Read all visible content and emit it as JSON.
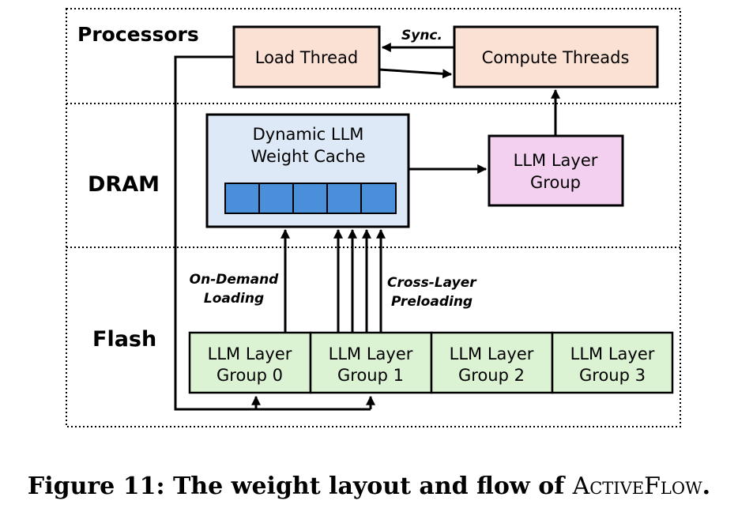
{
  "regions": {
    "processors": "Processors",
    "dram": "DRAM",
    "flash": "Flash"
  },
  "boxes": {
    "load_thread": "Load Thread",
    "compute_threads": "Compute Threads",
    "cache_line1": "Dynamic LLM",
    "cache_line2": "Weight Cache",
    "layer_group_line1": "LLM Layer",
    "layer_group_line2": "Group"
  },
  "flash_groups": [
    {
      "line1": "LLM Layer",
      "line2": "Group 0"
    },
    {
      "line1": "LLM Layer",
      "line2": "Group 1"
    },
    {
      "line1": "LLM Layer",
      "line2": "Group 2"
    },
    {
      "line1": "LLM Layer",
      "line2": "Group 3"
    }
  ],
  "annotations": {
    "sync": "Sync.",
    "on_demand_line1": "On-Demand",
    "on_demand_line2": "Loading",
    "cross_layer_line1": "Cross-Layer",
    "cross_layer_line2": "Preloading"
  },
  "caption": {
    "prefix": "Figure 11: The weight layout and flow of ",
    "name": "ActiveFlow",
    "suffix": "."
  },
  "colors": {
    "thread_fill": "#fbe1d3",
    "cache_fill": "#dde9f6",
    "cache_cell": "#4a8fd9",
    "layer_group_fill": "#f3d0ef",
    "flash_fill": "#dbf2d3"
  }
}
